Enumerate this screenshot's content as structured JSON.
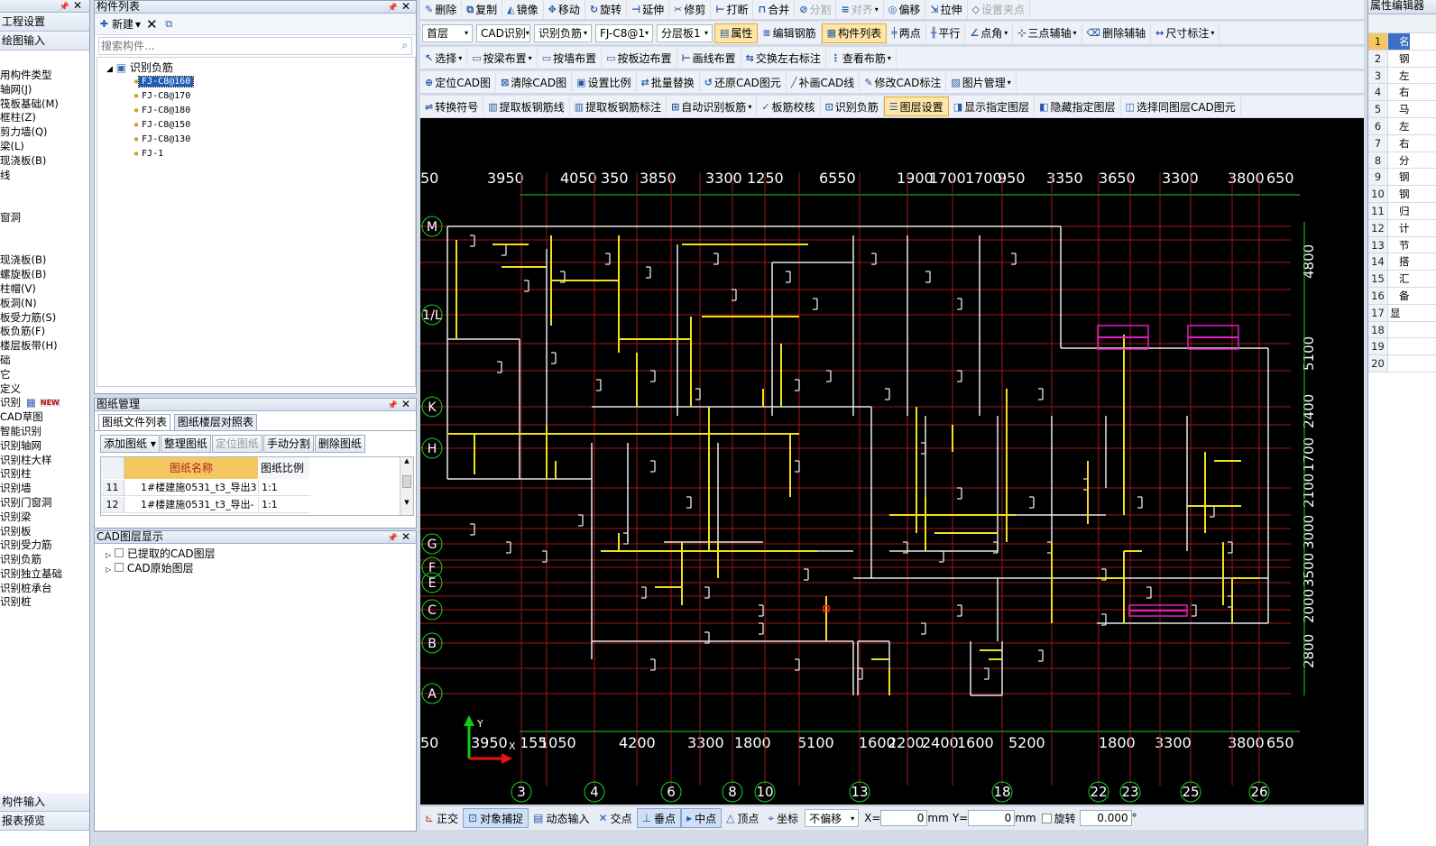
{
  "left_nav": {
    "title": "",
    "buttons": [
      "工程设置",
      "绘图输入"
    ],
    "items": [
      "用构件类型",
      "轴网(J)",
      "筏板基础(M)",
      "框柱(Z)",
      "剪力墙(Q)",
      "梁(L)",
      "现浇板(B)",
      "线",
      "",
      "",
      "窗洞",
      "",
      "",
      "现浇板(B)",
      "螺旋板(B)",
      "柱帽(V)",
      "板洞(N)",
      "板受力筋(S)",
      "板负筋(F)",
      "楼层板带(H)",
      "础",
      "它",
      "定义",
      "识别",
      "CAD草图",
      "智能识别",
      "识别轴网",
      "识别柱大样",
      "识别柱",
      "识别墙",
      "识别门窗洞",
      "识别梁",
      "识别板",
      "识别受力筋",
      "识别负筋",
      "识别独立基础",
      "识别桩承台",
      "识别桩"
    ],
    "new_badge": "NEW",
    "bottom_buttons": [
      "构件输入",
      "报表预览"
    ]
  },
  "component_list": {
    "title": "构件列表",
    "new_label": "新建",
    "search_placeholder": "搜索构件...",
    "root": "识别负筋",
    "items": [
      "FJ-C8@160",
      "FJ-C8@170",
      "FJ-C8@180",
      "FJ-C8@150",
      "FJ-C8@130",
      "FJ-1"
    ],
    "selected_index": 0
  },
  "drawing_mgmt": {
    "title": "图纸管理",
    "tabs": [
      "图纸文件列表",
      "图纸楼层对照表"
    ],
    "buttons": [
      "添加图纸",
      "整理图纸",
      "定位图纸",
      "手动分割",
      "删除图纸"
    ],
    "columns": [
      "图纸名称",
      "图纸比例"
    ],
    "rows": [
      {
        "no": "11",
        "name": "1#楼建施0531_t3_导出3",
        "scale": "1:1"
      },
      {
        "no": "12",
        "name": "1#楼建施0531_t3_导出-",
        "scale": "1:1"
      }
    ]
  },
  "cad_layers": {
    "title": "CAD图层显示",
    "items": [
      "已提取的CAD图层",
      "CAD原始图层"
    ]
  },
  "toolbar1": [
    "删除",
    "复制",
    "镜像",
    "移动",
    "旋转",
    "延伸",
    "修剪",
    "打断",
    "合并",
    "分割",
    "对齐",
    "偏移",
    "拉伸",
    "设置夹点"
  ],
  "toolbar2": {
    "selects": [
      "首层",
      "CAD识别",
      "识别负筋",
      "FJ-C8@1",
      "分层板1"
    ],
    "buttons": [
      "属性",
      "编辑钢筋",
      "构件列表",
      "两点",
      "平行",
      "点角",
      "三点辅轴",
      "删除辅轴",
      "尺寸标注"
    ]
  },
  "toolbar3": [
    "选择",
    "按梁布置",
    "按墙布置",
    "按板边布置",
    "画线布置",
    "交换左右标注",
    "查看布筋"
  ],
  "toolbar4": [
    "定位CAD图",
    "清除CAD图",
    "设置比例",
    "批量替换",
    "还原CAD图元",
    "补画CAD线",
    "修改CAD标注",
    "图片管理"
  ],
  "toolbar5": [
    "转换符号",
    "提取板钢筋线",
    "提取板钢筋标注",
    "自动识别板筋",
    "板筋校核",
    "识别负筋",
    "图层设置",
    "显示指定图层",
    "隐藏指定图层",
    "选择同图层CAD图元"
  ],
  "status_bar": {
    "buttons": [
      "正交",
      "对象捕捉",
      "动态输入",
      "交点",
      "垂点",
      "中点",
      "顶点",
      "坐标"
    ],
    "offset_mode": "不偏移",
    "x_label": "X=",
    "x_value": "0",
    "y_label": "Y=",
    "y_value": "0",
    "unit": "mm",
    "rotate_label": "旋转",
    "rotate_value": "0.000",
    "degree": "°"
  },
  "canvas": {
    "top_dims": [
      "50",
      "3950",
      "4050",
      "350",
      "3850",
      "3300",
      "1250",
      "6550",
      "1900",
      "1700",
      "1700",
      "950",
      "3350",
      "3650",
      "3300",
      "3800",
      "650"
    ],
    "bottom_dims": [
      "50",
      "3950",
      "155",
      "1050",
      "4200",
      "3300",
      "1800",
      "5100",
      "1600",
      "2200",
      "2400",
      "1600",
      "5200",
      "1800",
      "3300",
      "3800",
      "650"
    ],
    "right_dims": [
      "4800",
      "5100",
      "2400",
      "1700",
      "2100",
      "3000",
      "3500",
      "2000",
      "2800"
    ],
    "row_axes": [
      "M",
      "1/L",
      "K",
      "H",
      "G",
      "F",
      "E",
      "C",
      "B",
      "A"
    ],
    "col_axes": [
      "3",
      "4",
      "6",
      "8",
      "10",
      "13",
      "18",
      "22",
      "23",
      "25",
      "26"
    ],
    "ucs_y": "Y",
    "ucs_x": "X"
  },
  "right_panel": {
    "title": "属性编辑器",
    "rows": [
      {
        "n": "1",
        "v": "名"
      },
      {
        "n": "2",
        "v": "钢"
      },
      {
        "n": "3",
        "v": "左"
      },
      {
        "n": "4",
        "v": "右"
      },
      {
        "n": "5",
        "v": "马"
      },
      {
        "n": "6",
        "v": "左"
      },
      {
        "n": "7",
        "v": "右"
      },
      {
        "n": "8",
        "v": "分"
      },
      {
        "n": "9",
        "v": "钢"
      },
      {
        "n": "10",
        "v": "钢"
      },
      {
        "n": "11",
        "v": "归"
      },
      {
        "n": "12",
        "v": "计"
      },
      {
        "n": "13",
        "v": "节"
      },
      {
        "n": "14",
        "v": "搭"
      },
      {
        "n": "15",
        "v": "汇"
      },
      {
        "n": "16",
        "v": "备"
      },
      {
        "n": "17",
        "v": "显"
      },
      {
        "n": "18",
        "v": ""
      },
      {
        "n": "19",
        "v": ""
      },
      {
        "n": "20",
        "v": ""
      }
    ]
  }
}
